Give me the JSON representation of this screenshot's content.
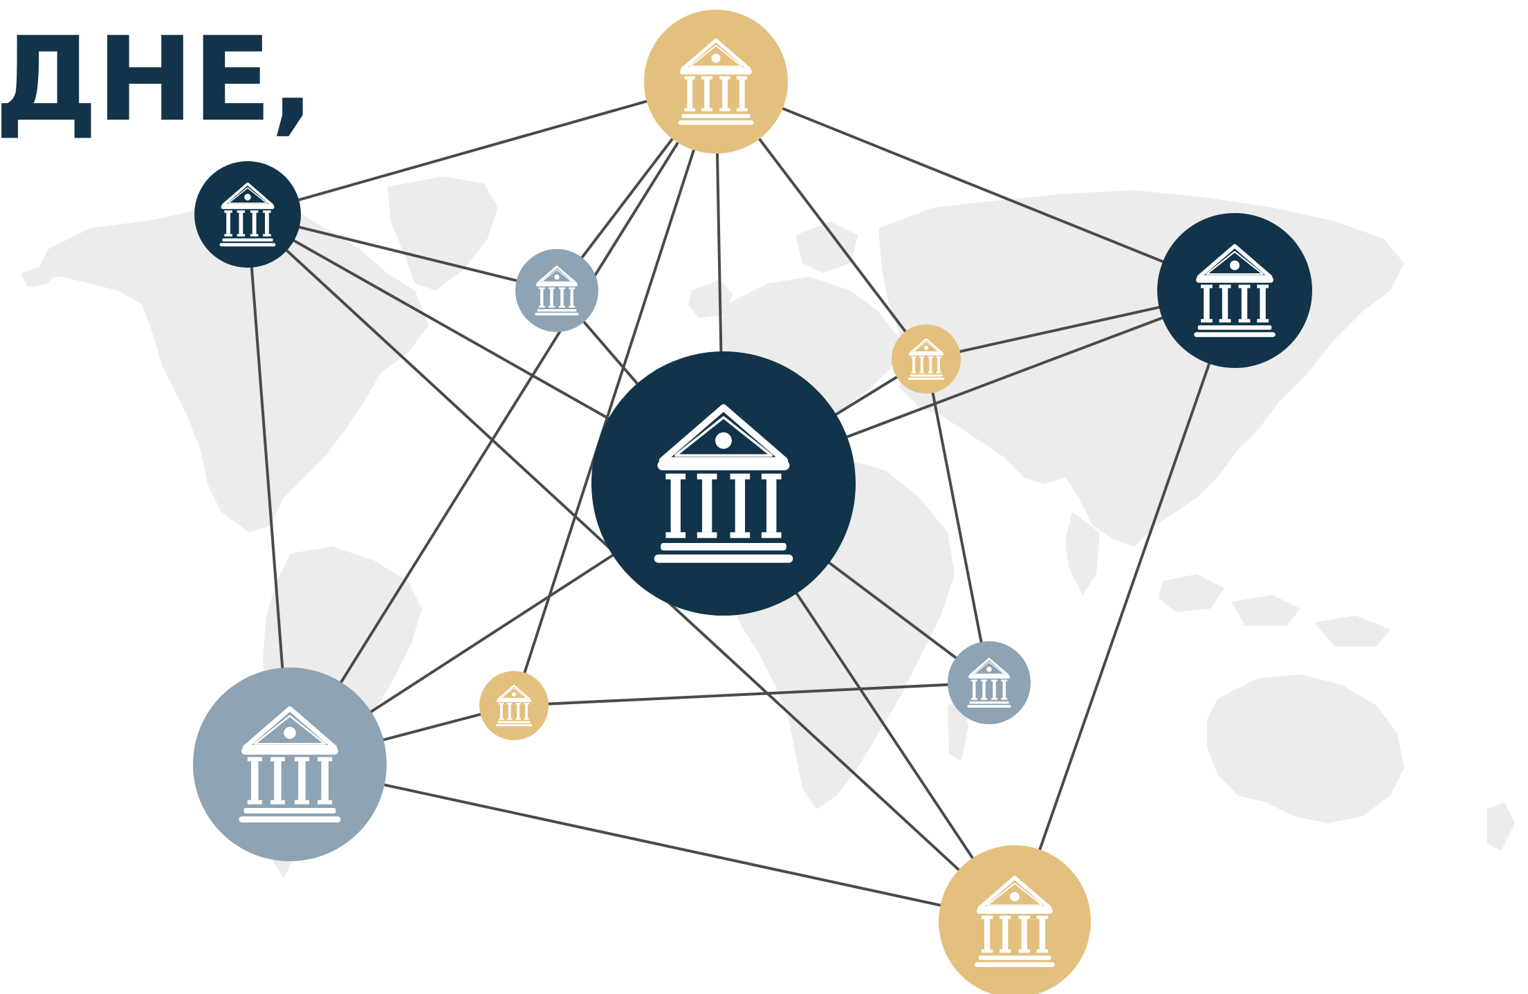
{
  "headline": {
    "text": "ДНЕ,",
    "color": "#12344a"
  },
  "colors": {
    "navy": "#12344a",
    "gold": "#e3c07e",
    "slate": "#8ea3b3",
    "link": "#4a4a4a",
    "map": "#ececec"
  },
  "nodes": [
    {
      "id": "gold-top",
      "color": "gold",
      "icon": "bank-icon"
    },
    {
      "id": "navy-top-left",
      "color": "navy",
      "icon": "bank-icon"
    },
    {
      "id": "slate-upper",
      "color": "slate",
      "icon": "bank-icon"
    },
    {
      "id": "navy-right",
      "color": "navy",
      "icon": "bank-icon"
    },
    {
      "id": "gold-mid-right",
      "color": "gold",
      "icon": "bank-icon"
    },
    {
      "id": "navy-center",
      "color": "navy",
      "icon": "bank-icon"
    },
    {
      "id": "slate-mid-right",
      "color": "slate",
      "icon": "bank-icon"
    },
    {
      "id": "gold-lower",
      "color": "gold",
      "icon": "bank-icon"
    },
    {
      "id": "slate-large",
      "color": "slate",
      "icon": "bank-icon"
    },
    {
      "id": "gold-bottom",
      "color": "gold",
      "icon": "bank-icon"
    }
  ],
  "links": [
    [
      "gold-top",
      "navy-top-left"
    ],
    [
      "gold-top",
      "navy-right"
    ],
    [
      "gold-top",
      "navy-center"
    ],
    [
      "gold-top",
      "gold-mid-right"
    ],
    [
      "gold-top",
      "slate-upper"
    ],
    [
      "gold-top",
      "slate-large"
    ],
    [
      "gold-top",
      "gold-lower"
    ],
    [
      "navy-top-left",
      "slate-upper"
    ],
    [
      "navy-top-left",
      "navy-center"
    ],
    [
      "navy-top-left",
      "slate-large"
    ],
    [
      "navy-top-left",
      "gold-bottom"
    ],
    [
      "slate-upper",
      "navy-center"
    ],
    [
      "navy-right",
      "gold-mid-right"
    ],
    [
      "navy-right",
      "navy-center"
    ],
    [
      "navy-right",
      "gold-bottom"
    ],
    [
      "gold-mid-right",
      "navy-center"
    ],
    [
      "gold-mid-right",
      "slate-mid-right"
    ],
    [
      "navy-center",
      "slate-mid-right"
    ],
    [
      "navy-center",
      "slate-large"
    ],
    [
      "navy-center",
      "gold-bottom"
    ],
    [
      "gold-lower",
      "slate-large"
    ],
    [
      "gold-lower",
      "slate-mid-right"
    ],
    [
      "slate-large",
      "gold-bottom"
    ]
  ]
}
